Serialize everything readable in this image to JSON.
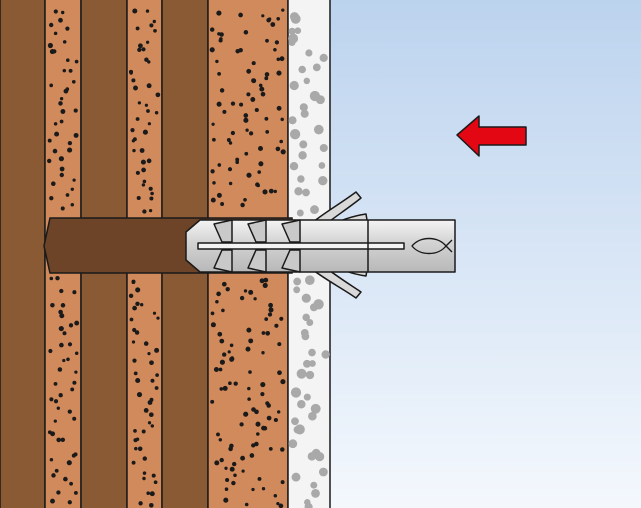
{
  "diagram": {
    "subject": "wall-plug-insertion-cross-section",
    "layers": [
      {
        "name": "brick-web",
        "material": "solid",
        "color": "#8a5a34"
      },
      {
        "name": "brick-cavity",
        "material": "speckled",
        "color": "#d18a5c"
      },
      {
        "name": "brick-web",
        "material": "solid",
        "color": "#8a5a34"
      },
      {
        "name": "brick-cavity",
        "material": "speckled",
        "color": "#d18a5c"
      },
      {
        "name": "brick-web",
        "material": "solid",
        "color": "#8a5a34"
      },
      {
        "name": "brick-solid-speckled",
        "material": "speckled",
        "color": "#d18a5c"
      },
      {
        "name": "plaster-layer",
        "material": "speckled-light",
        "color": "#f4f4f4"
      }
    ],
    "colors": {
      "sky_top": "#bcd3ee",
      "sky_bottom": "#f4f8fd",
      "brick_dark": "#8a5a34",
      "brick_light": "#d18a5c",
      "dots_dark": "#1a1a1a",
      "plaster": "#f4f4f4",
      "plaster_dots": "#a9a9a9",
      "plug": "#d4d4d4",
      "plug_highlight": "#f2f2f2",
      "drill_hole": "#6d4428",
      "arrow": "#e30613",
      "outline": "#1a1a1a"
    },
    "arrow": {
      "direction": "left",
      "icon": "arrow-left-icon"
    },
    "plug": {
      "icon": "fish-logo-icon",
      "type": "expansion-plug"
    }
  }
}
